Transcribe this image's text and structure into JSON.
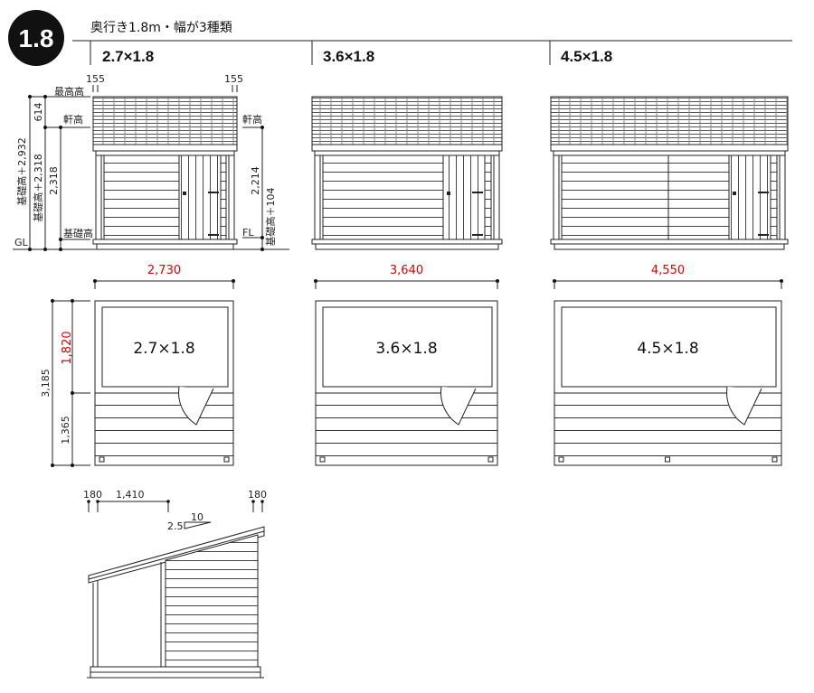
{
  "header": {
    "badge": "1.8",
    "title": "奥行き1.8m・幅が3種類",
    "models": [
      "2.7×1.8",
      "3.6×1.8",
      "4.5×1.8"
    ]
  },
  "elevation_labels": {
    "top_left": "155",
    "top_right": "155",
    "max_height": "最高高",
    "eave_left": "軒高",
    "eave_right": "軒高",
    "foundation": "基礎高",
    "gl": "GL",
    "fl": "FL",
    "dim_614": "614",
    "dim_total": "基礎高＋2,932",
    "dim_eave": "基礎高＋2,318",
    "dim_2318": "2,318",
    "dim_2214": "2,214",
    "dim_fl": "基礎高＋104"
  },
  "plans": {
    "widths": [
      "2,730",
      "3,640",
      "4,550"
    ],
    "room_labels": [
      "2.7×1.8",
      "3.6×1.8",
      "4.5×1.8"
    ],
    "depth_total": "3,185",
    "depth_room": "1,820",
    "depth_deck": "1,365"
  },
  "side": {
    "dim_a": "180",
    "dim_b": "1,410",
    "dim_c": "180",
    "slope_run": "10",
    "slope_rise": "2.5"
  },
  "colors": {
    "accent": "#e00000",
    "ink": "#111111"
  }
}
